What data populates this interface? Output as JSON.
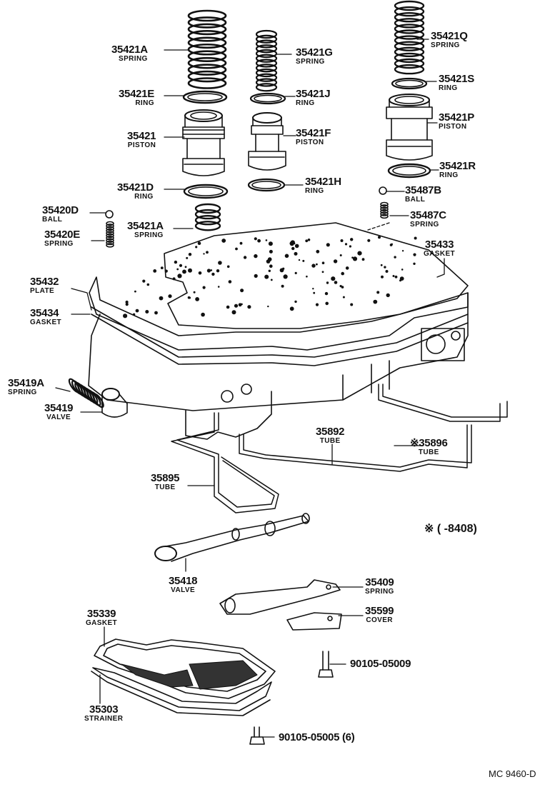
{
  "parts": [
    {
      "id": "p35421A_top",
      "number": "35421A",
      "name": "SPRING"
    },
    {
      "id": "p35421E",
      "number": "35421E",
      "name": "RING"
    },
    {
      "id": "p35421",
      "number": "35421",
      "name": "PISTON"
    },
    {
      "id": "p35421D",
      "number": "35421D",
      "name": "RING"
    },
    {
      "id": "p35421A_low",
      "number": "35421A",
      "name": "SPRING"
    },
    {
      "id": "p35421G",
      "number": "35421G",
      "name": "SPRING"
    },
    {
      "id": "p35421J",
      "number": "35421J",
      "name": "RING"
    },
    {
      "id": "p35421F",
      "number": "35421F",
      "name": "PISTON"
    },
    {
      "id": "p35421H",
      "number": "35421H",
      "name": "RING"
    },
    {
      "id": "p35421Q",
      "number": "35421Q",
      "name": "SPRING"
    },
    {
      "id": "p35421S",
      "number": "35421S",
      "name": "RING"
    },
    {
      "id": "p35421P",
      "number": "35421P",
      "name": "PISTON"
    },
    {
      "id": "p35421R",
      "number": "35421R",
      "name": "RING"
    },
    {
      "id": "p35487B",
      "number": "35487B",
      "name": "BALL"
    },
    {
      "id": "p35487C",
      "number": "35487C",
      "name": "SPRING"
    },
    {
      "id": "p35420D",
      "number": "35420D",
      "name": "BALL"
    },
    {
      "id": "p35420E",
      "number": "35420E",
      "name": "SPRING"
    },
    {
      "id": "p35433",
      "number": "35433",
      "name": "GASKET"
    },
    {
      "id": "p35432",
      "number": "35432",
      "name": "PLATE"
    },
    {
      "id": "p35434",
      "number": "35434",
      "name": "GASKET"
    },
    {
      "id": "p35419A",
      "number": "35419A",
      "name": "SPRING"
    },
    {
      "id": "p35419",
      "number": "35419",
      "name": "VALVE"
    },
    {
      "id": "p35892",
      "number": "35892",
      "name": "TUBE"
    },
    {
      "id": "p35896",
      "number": "※35896",
      "name": "TUBE"
    },
    {
      "id": "p35895",
      "number": "35895",
      "name": "TUBE"
    },
    {
      "id": "p35418",
      "number": "35418",
      "name": "VALVE"
    },
    {
      "id": "p35409",
      "number": "35409",
      "name": "SPRING"
    },
    {
      "id": "p35599",
      "number": "35599",
      "name": "COVER"
    },
    {
      "id": "p35339",
      "number": "35339",
      "name": "GASKET"
    },
    {
      "id": "p35303",
      "number": "35303",
      "name": "STRAINER"
    },
    {
      "id": "p90105a",
      "number": "90105-05009",
      "name": ""
    },
    {
      "id": "p90105b",
      "number": "90105-05005 (6)",
      "name": ""
    }
  ],
  "note": "※ (        -8408)",
  "diagram_code": "MC 9460-D"
}
